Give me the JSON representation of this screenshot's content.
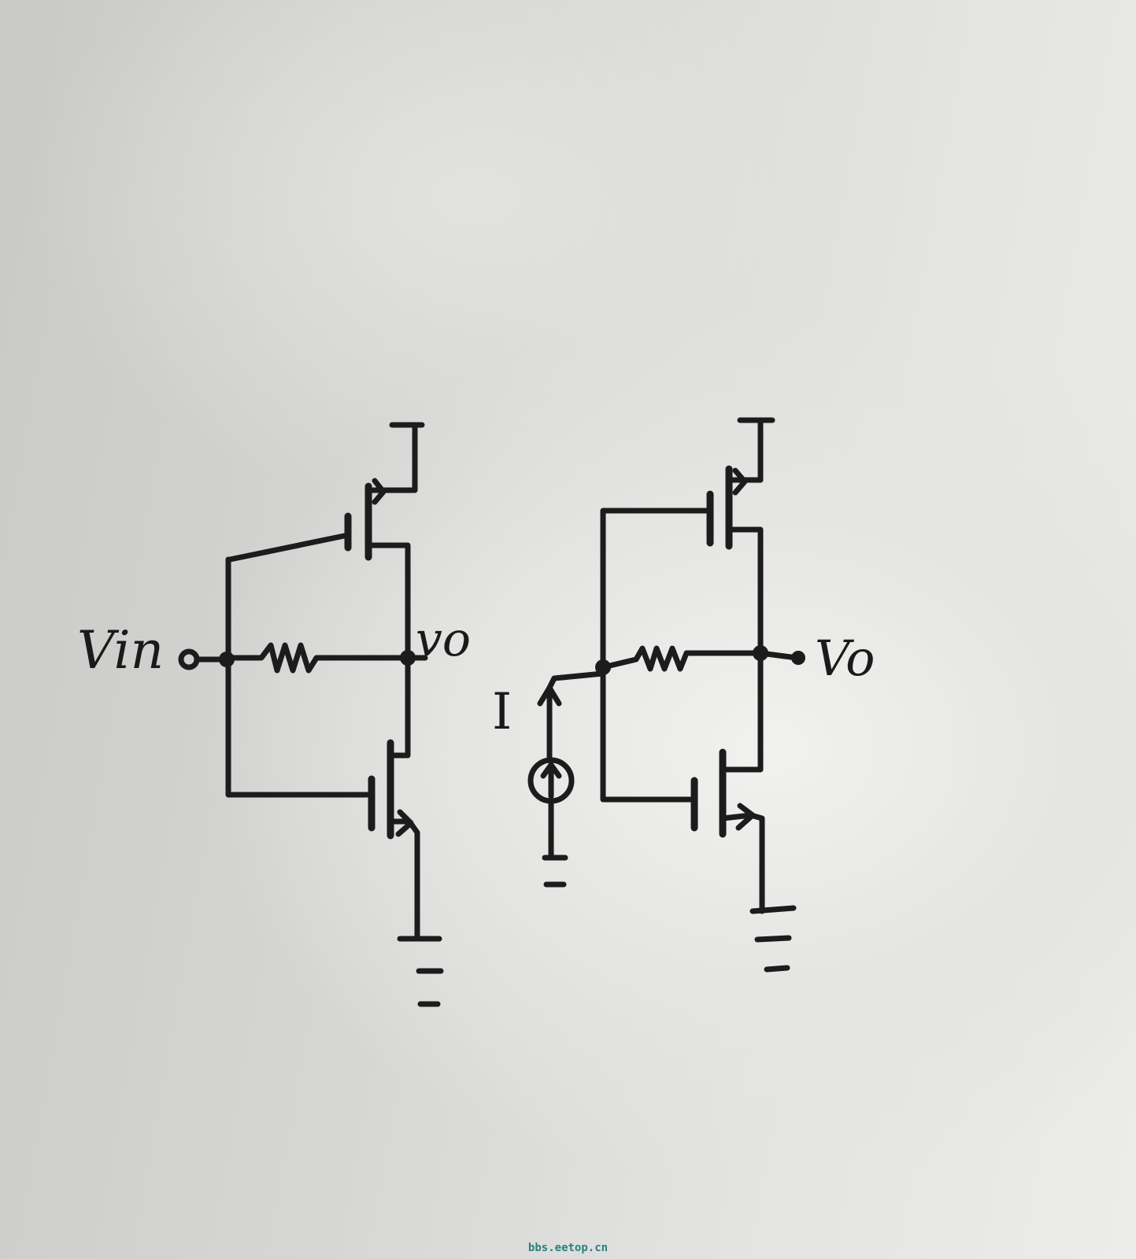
{
  "figure": {
    "left_circuit": {
      "input_label": "Vin",
      "output_label": "vo"
    },
    "right_circuit": {
      "current_source_label": "I",
      "output_label": "Vo"
    }
  },
  "watermark": "bbs.eetop.cn",
  "colors": {
    "ink": "#1c1c1c",
    "paper": "#e6e6e4",
    "watermark": "#2a7f7f"
  }
}
